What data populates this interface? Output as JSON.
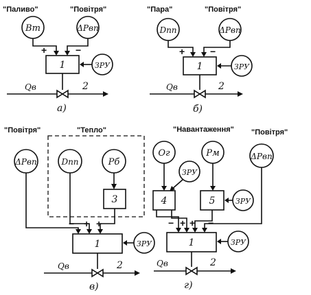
{
  "panel_a": {
    "label_fuel": "\"Паливо\"",
    "label_air": "\"Повітря\"",
    "sensor_left": "Bт",
    "sensor_right": "ΔPвп",
    "plus": "+",
    "minus": "−",
    "controller": "1",
    "setpoint": "ЗРУ",
    "flow": "Qв",
    "valve_num": "2",
    "caption": "а)"
  },
  "panel_b": {
    "label_steam": "\"Пара\"",
    "label_air": "\"Повітря\"",
    "sensor_left": "Dпп",
    "sensor_right": "ΔPвп",
    "plus": "+",
    "minus": "−",
    "controller": "1",
    "setpoint": "ЗРУ",
    "flow": "Qв",
    "valve_num": "2",
    "caption": "б)"
  },
  "panel_c": {
    "label_air": "\"Повітря\"",
    "label_heat": "\"Тепло\"",
    "sensor_air": "ΔPвп",
    "sensor_steam": "Dпп",
    "sensor_pressure": "Pб",
    "block3": "3",
    "minus": "−",
    "plus1": "+",
    "plus2": "+",
    "controller": "1",
    "setpoint": "ЗРУ",
    "flow": "Qв",
    "valve_num": "2",
    "caption": "в)"
  },
  "panel_d": {
    "label_load": "\"Навантаження\"",
    "label_air": "\"Повітря\"",
    "sensor_o2": "Oг",
    "sensor_pm": "Pм",
    "sensor_air": "ΔPвп",
    "block4": "4",
    "block5": "5",
    "setpoint_top": "ЗРУ",
    "setpoint_b5": "ЗРУ",
    "minus1": "−",
    "plus1": "+",
    "plus2": "+",
    "minus2": "−",
    "controller": "1",
    "setpoint": "ЗРУ",
    "flow": "Qв",
    "valve_num": "2",
    "caption": "г)"
  }
}
